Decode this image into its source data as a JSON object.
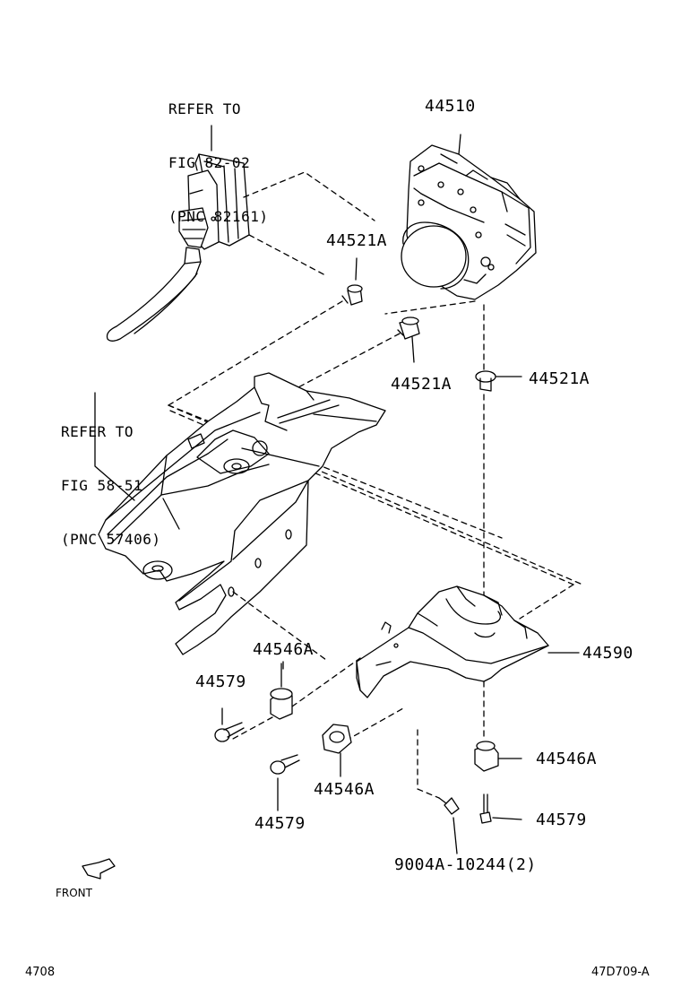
{
  "references": {
    "ecu_ref": [
      "REFER TO",
      "FIG 82-02",
      "(PNC 82161)"
    ],
    "body_ref": [
      "REFER TO",
      "FIG 58-51",
      "(PNC 57406)"
    ]
  },
  "parts": {
    "actuator": "44510",
    "bolt_a": "44521A",
    "bolt_b": "44521A",
    "bolt_c": "44521A",
    "bracket": "44590",
    "cushion_a": "44546A",
    "cushion_b": "44546A",
    "cushion_c": "44546A",
    "bolt_d": "44579",
    "bolt_e": "44579",
    "bolt_f": "44579",
    "bolt_g": "9004A-10244(2)"
  },
  "front_label": "FRONT",
  "page_number": "4708",
  "figure_code": "47D709-A",
  "colors": {
    "line": "#000000",
    "background": "#ffffff"
  }
}
